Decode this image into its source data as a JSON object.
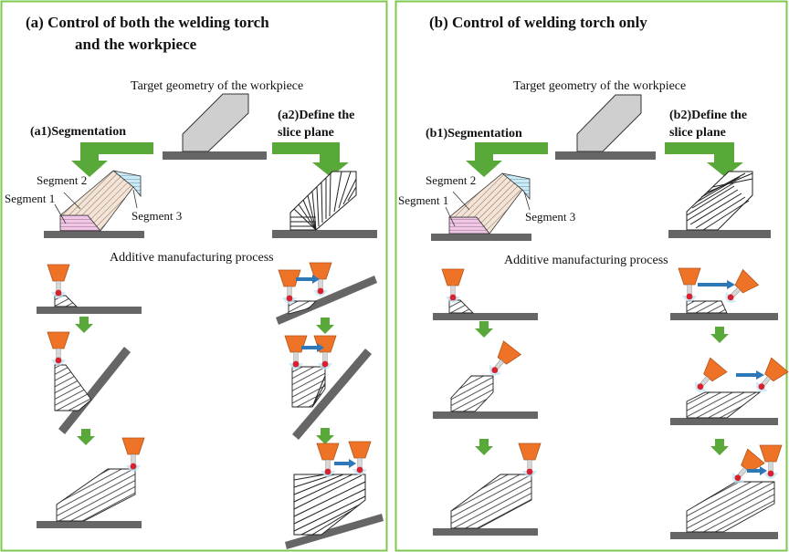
{
  "panels": [
    {
      "title_line1": "(a)   Control of both the welding torch",
      "title_line2": "and the workpiece",
      "target_label": "Target geometry of the workpiece",
      "step1_label": "(a1)Segmentation",
      "step2_line1": "(a2)Define the",
      "step2_line2": "slice plane",
      "segment_labels": [
        "Segment 2",
        "Segment 1",
        "Segment 3"
      ],
      "process_label": "Additive manufacturing process"
    },
    {
      "title_line1": "(b)   Control of welding torch only",
      "target_label": "Target geometry of the workpiece",
      "step1_label": "(b1)Segmentation",
      "step2_line1": "(b2)Define the",
      "step2_line2": "slice plane",
      "segment_labels": [
        "Segment 2",
        "Segment 1",
        "Segment 3"
      ],
      "process_label": "Additive manufacturing process"
    }
  ],
  "colors": {
    "frame_green": "#7ec850",
    "arrow_green": "#58a83a",
    "torch_orange": "#ee7326",
    "weld_red": "#d8202e",
    "arc_blue": "#9fd4ee",
    "plate_gray": "#666666",
    "part_fill": "#cfcfcf",
    "segment1_fill": "#f0c8e6",
    "segment2_fill": "#f3e4d7",
    "segment3_fill": "#cceaf3",
    "move_arrow": "#2e78b8"
  },
  "icons": [
    "welding-torch-icon",
    "move-arrow-icon",
    "down-arrow-icon"
  ]
}
